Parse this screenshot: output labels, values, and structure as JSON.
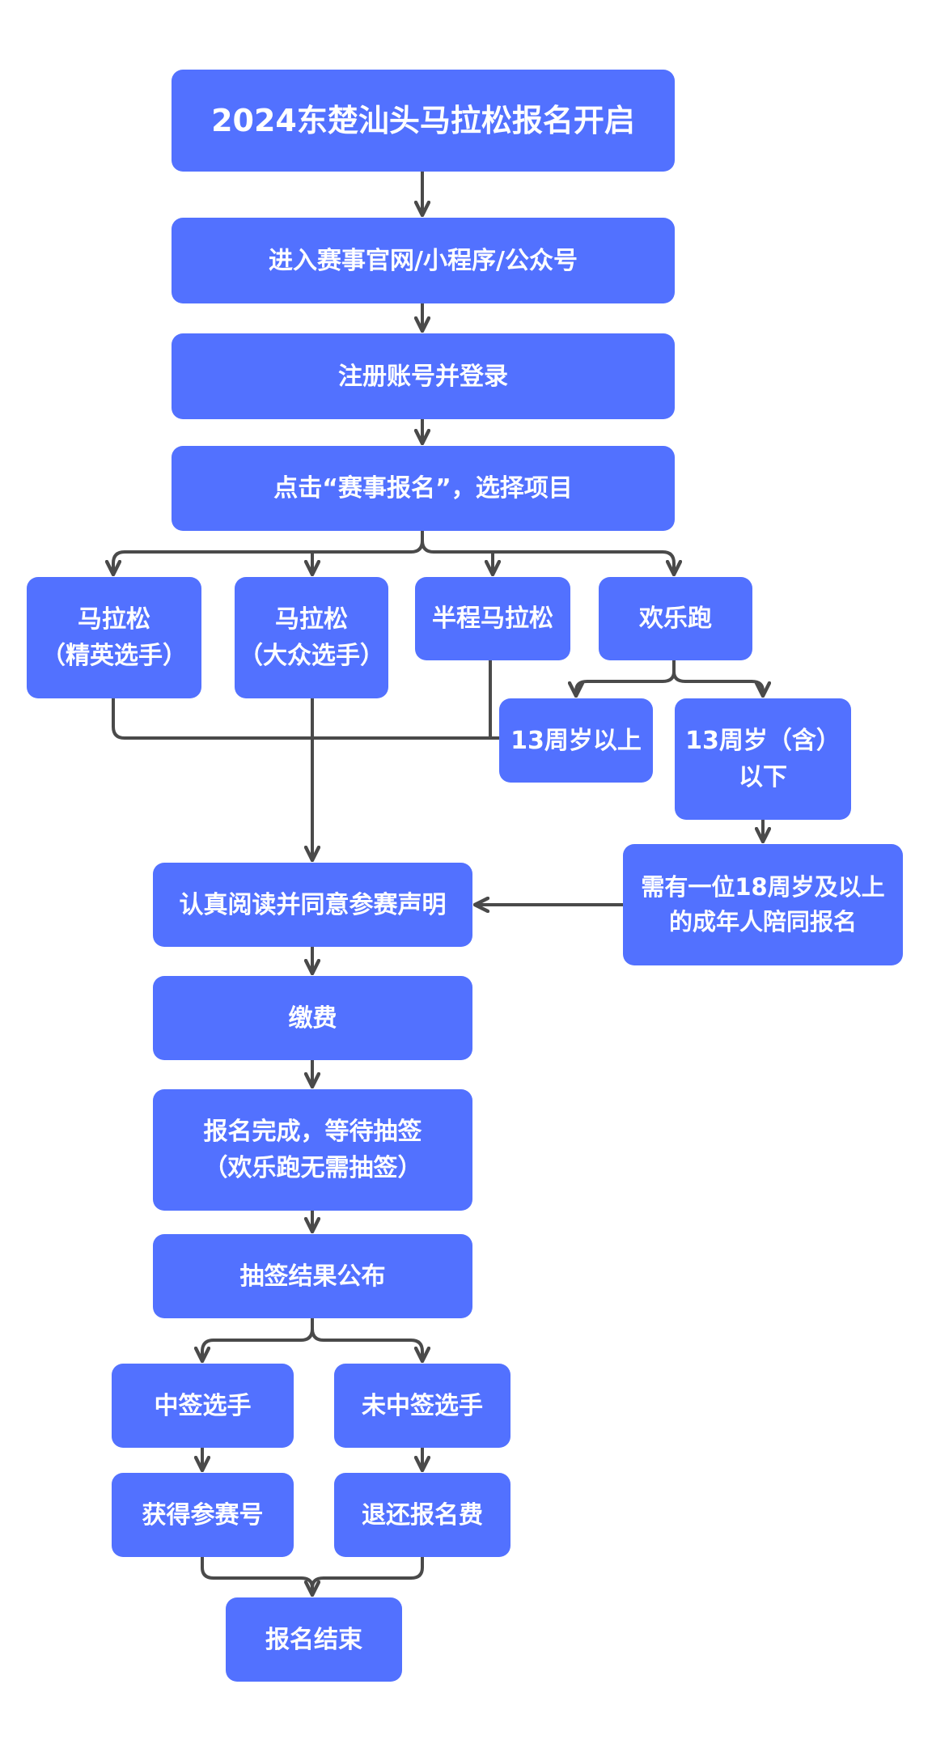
{
  "colors": {
    "node_fill": "#5271ff",
    "node_text": "#ffffff",
    "connector": "#4a4a4a",
    "background": "#ffffff"
  },
  "nodes": {
    "start": "2024东楚汕头马拉松报名开启",
    "enter": "进入赛事官网/小程序/公众号",
    "register": "注册账号并登录",
    "click": "点击“赛事报名”，选择项目",
    "elite": {
      "line1": "马拉松",
      "line2": "（精英选手）"
    },
    "public": {
      "line1": "马拉松",
      "line2": "（大众选手）"
    },
    "half": "半程马拉松",
    "fun": "欢乐跑",
    "over13": "13周岁以上",
    "under13": {
      "line1": "13周岁（含）",
      "line2": "以下"
    },
    "guardian": {
      "line1": "需有一位18周岁及以上",
      "line2": "的成年人陪同报名"
    },
    "read": "认真阅读并同意参赛声明",
    "pay": "缴费",
    "done": {
      "line1": "报名完成，等待抽签",
      "line2": "（欢乐跑无需抽签）"
    },
    "draw": "抽签结果公布",
    "win": "中签选手",
    "lose": "未中签选手",
    "bib": "获得参赛号",
    "refund": "退还报名费",
    "end": "报名结束"
  }
}
